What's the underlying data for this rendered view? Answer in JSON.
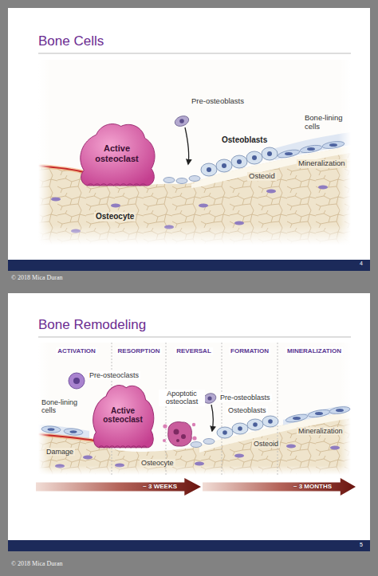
{
  "diagram": {
    "nodes": [
      {
        "text": [
          "Bone Cells"
        ]
      },
      {
        "text": [
          "Active osteoclast"
        ],
        "in": 0
      },
      {
        "text": [
          "Bone Remodeling"
        ]
      },
      {
        "text": [
          "Active osteoclast"
        ],
        "in": 2
      },
      {
        "text": [
          "~ 3 WEEKS"
        ],
        "in": 2
      },
      {
        "text": [
          "~ 3 MONTHS"
        ],
        "in": 2
      }
    ],
    "labels": [
      "Pre-osteoblasts",
      "Bone-lining cells",
      "Osteoblasts",
      "Mineralization",
      "Osteoid",
      "Osteocyte",
      "4",
      "© 2018 Mica Duran",
      "ACTIVATION",
      "RESORPTION",
      "REVERSAL",
      "FORMATION",
      "MINERALIZATION",
      "Pre-osteoclasts",
      "Bone-lining cells",
      "Apoptotic osteoclast",
      "Pre-osteoblasts",
      "Osteoblasts",
      "Damage",
      "Mineralization",
      "Osteoid",
      "Osteocyte",
      "5",
      "© 2018 Mica Duran"
    ]
  }
}
